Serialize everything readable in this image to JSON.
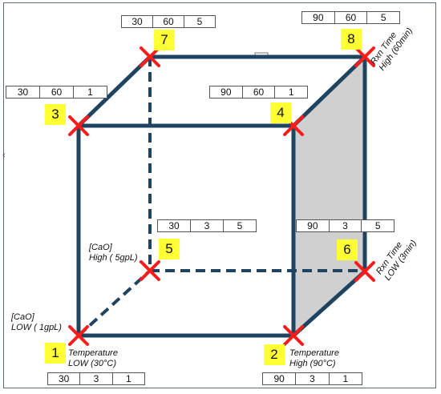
{
  "corners": [
    {
      "id": "1",
      "values": [
        "30",
        "3",
        "1"
      ]
    },
    {
      "id": "2",
      "values": [
        "90",
        "3",
        "1"
      ]
    },
    {
      "id": "3",
      "values": [
        "30",
        "60",
        "1"
      ]
    },
    {
      "id": "4",
      "values": [
        "90",
        "60",
        "1"
      ]
    },
    {
      "id": "5",
      "values": [
        "30",
        "3",
        "5"
      ]
    },
    {
      "id": "6",
      "values": [
        "90",
        "3",
        "5"
      ]
    },
    {
      "id": "7",
      "values": [
        "30",
        "60",
        "5"
      ]
    },
    {
      "id": "8",
      "values": [
        "90",
        "60",
        "5"
      ]
    }
  ],
  "labels": {
    "cao_low_1": "[CaO]",
    "cao_low_2": "LOW ( 1gpL)",
    "cao_high_1": "[CaO]",
    "cao_high_2": "High ( 5gpL)",
    "temp_low_1": "Temperature",
    "temp_low_2": "LOW (30°C)",
    "temp_high_1": "Temperature",
    "temp_high_2": "High (90°C)",
    "rxn_high_1": "Rxn Time",
    "rxn_high_2": "High (60min)",
    "rxn_low_1": "Rxn Time",
    "rxn_low_2": "LOW (3min)"
  },
  "colors": {
    "edge": "#1f4462",
    "marker": "#ff1a1a",
    "badge": "#ffff33",
    "shaded_face": "#d0d0d0"
  },
  "stray_mark": "‹"
}
